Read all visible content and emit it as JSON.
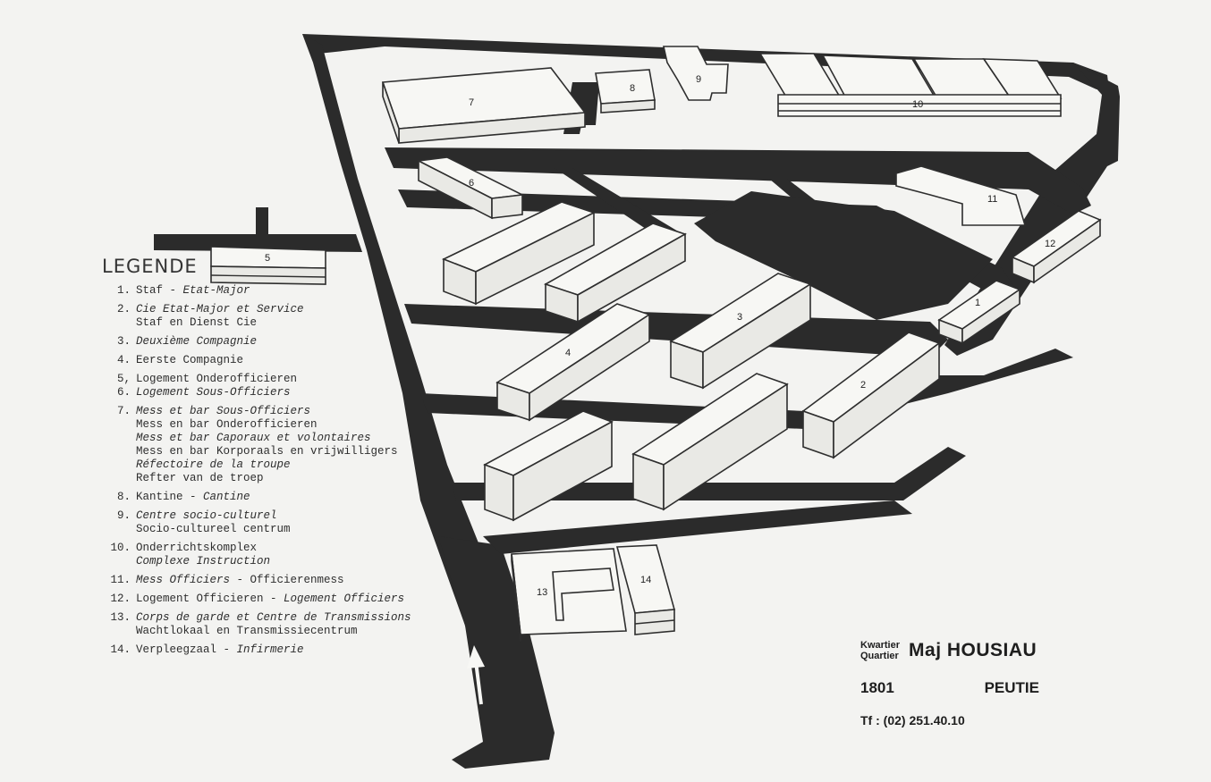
{
  "legend": {
    "title": "LEGENDE",
    "items": [
      {
        "num": "1.",
        "lines": [
          {
            "text": "Staf - ",
            "italic": false,
            "extra": "Etat-Major"
          }
        ]
      },
      {
        "num": "2.",
        "lines": [
          {
            "text": "Cie Etat-Major et Service",
            "italic": true
          },
          {
            "text": "Staf en Dienst Cie",
            "italic": false
          }
        ]
      },
      {
        "num": "3.",
        "lines": [
          {
            "text": "Deuxième Compagnie",
            "italic": true
          }
        ]
      },
      {
        "num": "4.",
        "lines": [
          {
            "text": "Eerste Compagnie",
            "italic": false
          }
        ]
      },
      {
        "num": "5, 6.",
        "lines": [
          {
            "text": "Logement Onderofficieren",
            "italic": false
          },
          {
            "text": "Logement Sous-Officiers",
            "italic": true
          }
        ]
      },
      {
        "num": "7.",
        "lines": [
          {
            "text": "Mess et bar Sous-Officiers",
            "italic": true
          },
          {
            "text": "Mess en bar Onderofficieren",
            "italic": false
          },
          {
            "text": "Mess et bar Caporaux et volontaires",
            "italic": true
          },
          {
            "text": "Mess en bar Korporaals en vrijwilligers",
            "italic": false
          },
          {
            "text": "Réfectoire de la troupe",
            "italic": true
          },
          {
            "text": "Refter van de troep",
            "italic": false
          }
        ]
      },
      {
        "num": "8.",
        "lines": [
          {
            "text": "Kantine - ",
            "italic": false,
            "extra": "Cantine"
          }
        ]
      },
      {
        "num": "9.",
        "lines": [
          {
            "text": "Centre socio-culturel",
            "italic": true
          },
          {
            "text": "Socio-cultureel centrum",
            "italic": false
          }
        ]
      },
      {
        "num": "10.",
        "lines": [
          {
            "text": "Onderrichtskomplex",
            "italic": false
          },
          {
            "text": "Complexe Instruction",
            "italic": true
          }
        ]
      },
      {
        "num": "11.",
        "lines": [
          {
            "text": "Mess Officiers",
            "italic": true,
            "extra_plain": " -  Officierenmess"
          }
        ]
      },
      {
        "num": "12.",
        "lines": [
          {
            "text": "Logement Officieren - ",
            "italic": false,
            "extra": "Logement Officiers"
          }
        ]
      },
      {
        "num": "13.",
        "lines": [
          {
            "text": "Corps de garde et Centre de Transmissions",
            "italic": true
          },
          {
            "text": "Wachtlokaal en Transmissiecentrum",
            "italic": false
          }
        ]
      },
      {
        "num": "14.",
        "lines": [
          {
            "text": "Verpleegzaal  -  ",
            "italic": false,
            "extra": "Infirmerie"
          }
        ]
      }
    ]
  },
  "building_labels": {
    "b1": "1",
    "b2": "2",
    "b3": "3",
    "b4": "4",
    "b5": "5",
    "b6": "6",
    "b7": "7",
    "b8": "8",
    "b9": "9",
    "b10": "10",
    "b11": "11",
    "b12": "12",
    "b13": "13",
    "b14": "14"
  },
  "info": {
    "kwartier": "Kwartier",
    "quartier": "Quartier",
    "name": "Maj  HOUSIAU",
    "postcode": "1801",
    "city": "PEUTIE",
    "phone": "Tf :  (02)  251.40.10"
  },
  "colors": {
    "road": "#2b2b2b",
    "building_fill": "#f7f7f4",
    "background": "#f3f3f1"
  }
}
